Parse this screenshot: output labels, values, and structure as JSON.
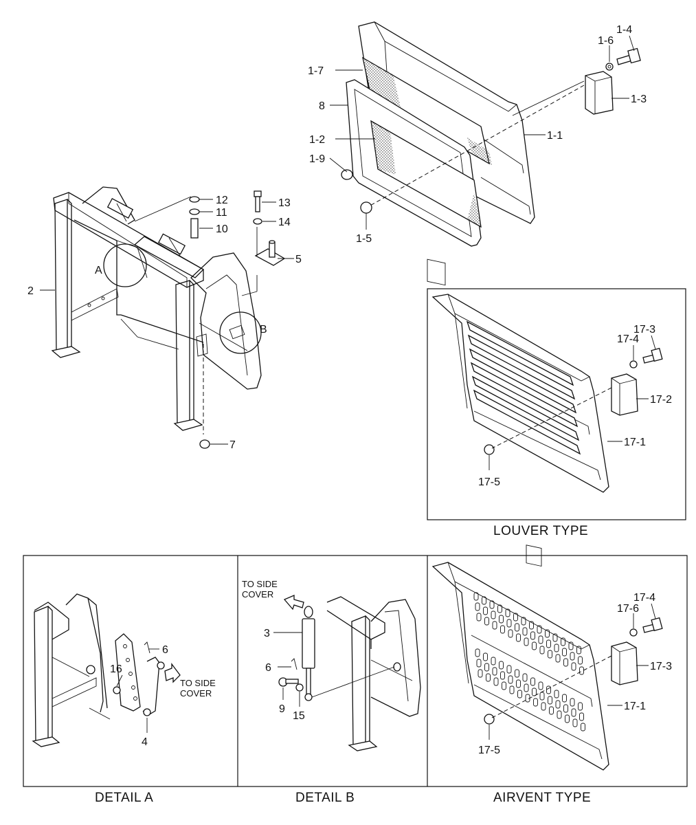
{
  "labels": {
    "c1_1": "1-1",
    "c1_2": "1-2",
    "c1_3": "1-3",
    "c1_4": "1-4",
    "c1_5": "1-5",
    "c1_6": "1-6",
    "c1_7": "1-7",
    "c1_9": "1-9",
    "c2": "2",
    "c3": "3",
    "c4": "4",
    "c5": "5",
    "c6a": "6",
    "c6b": "6",
    "c7": "7",
    "c8": "8",
    "c9": "9",
    "c10": "10",
    "c11": "11",
    "c12": "12",
    "c13": "13",
    "c14": "14",
    "c15": "15",
    "c16": "16",
    "c17_1a": "17-1",
    "c17_2": "17-2",
    "c17_3a": "17-3",
    "c17_4a": "17-4",
    "c17_5a": "17-5",
    "c17_1b": "17-1",
    "c17_3b": "17-3",
    "c17_4b": "17-4",
    "c17_6": "17-6",
    "c17_5b": "17-5",
    "detail_a_marker": "A",
    "detail_b_marker": "B"
  },
  "notes": {
    "to_side_cover_1": "TO SIDE",
    "to_side_cover_1b": "COVER",
    "to_side_cover_2": "TO SIDE",
    "to_side_cover_2b": "COVER"
  },
  "captions": {
    "louver": "LOUVER TYPE",
    "detail_a": "DETAIL  A",
    "detail_b": "DETAIL  B",
    "airvent": "AIRVENT TYPE"
  }
}
